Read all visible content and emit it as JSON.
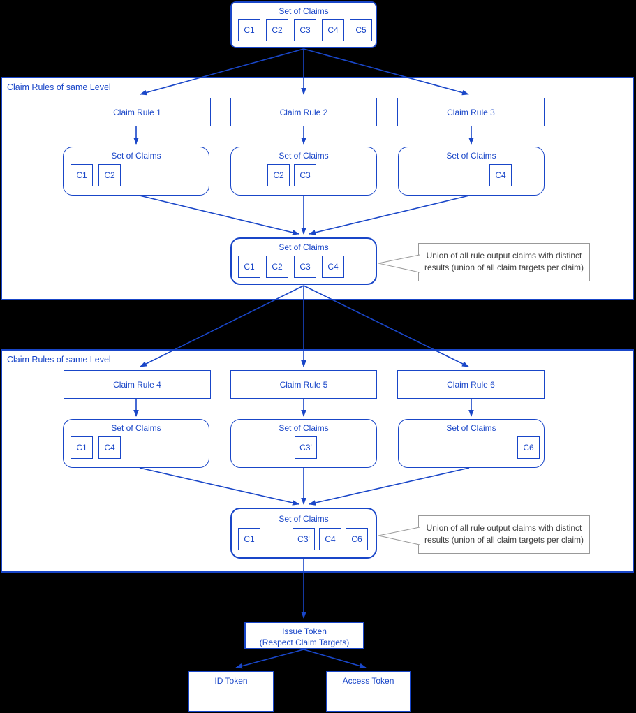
{
  "diagram": {
    "top_set": {
      "title": "Set of Claims",
      "claims": [
        "C1",
        "C2",
        "C3",
        "C4",
        "C5"
      ]
    },
    "level1": {
      "label": "Claim Rules of same Level",
      "rules": [
        {
          "label": "Claim Rule 1"
        },
        {
          "label": "Claim Rule 2"
        },
        {
          "label": "Claim Rule 3"
        }
      ],
      "sets": [
        {
          "title": "Set of Claims",
          "claims": [
            "C1",
            "C2"
          ]
        },
        {
          "title": "Set of Claims",
          "claims": [
            "C2",
            "C3"
          ]
        },
        {
          "title": "Set of Claims",
          "claims": [
            "C4"
          ]
        }
      ],
      "union": {
        "title": "Set of Claims",
        "claims": [
          "C1",
          "C2",
          "C3",
          "C4"
        ]
      }
    },
    "level2": {
      "label": "Claim Rules of same Level",
      "rules": [
        {
          "label": "Claim Rule 4"
        },
        {
          "label": "Claim Rule 5"
        },
        {
          "label": "Claim Rule 6"
        }
      ],
      "sets": [
        {
          "title": "Set of Claims",
          "claims": [
            "C1",
            "C4"
          ]
        },
        {
          "title": "Set of Claims",
          "claims": [
            "C3'"
          ]
        },
        {
          "title": "Set of Claims",
          "claims": [
            "C6"
          ]
        }
      ],
      "union": {
        "title": "Set of Claims",
        "claims": [
          "C1",
          "C3'",
          "C4",
          "C6"
        ]
      }
    },
    "callout": {
      "line1": "Union of all rule output claims with distinct",
      "line2": "results (union of all claim targets per claim)"
    },
    "issue_token": {
      "line1": "Issue Token",
      "line2": "(Respect Claim Targets)"
    },
    "id_token_label": "ID Token",
    "access_token_label": "Access Token",
    "colors": {
      "accent": "#1946C8",
      "background": "#000000",
      "box_fill": "#FFFFFF",
      "callout_border": "#999999",
      "callout_text": "#3F3F3F"
    }
  }
}
